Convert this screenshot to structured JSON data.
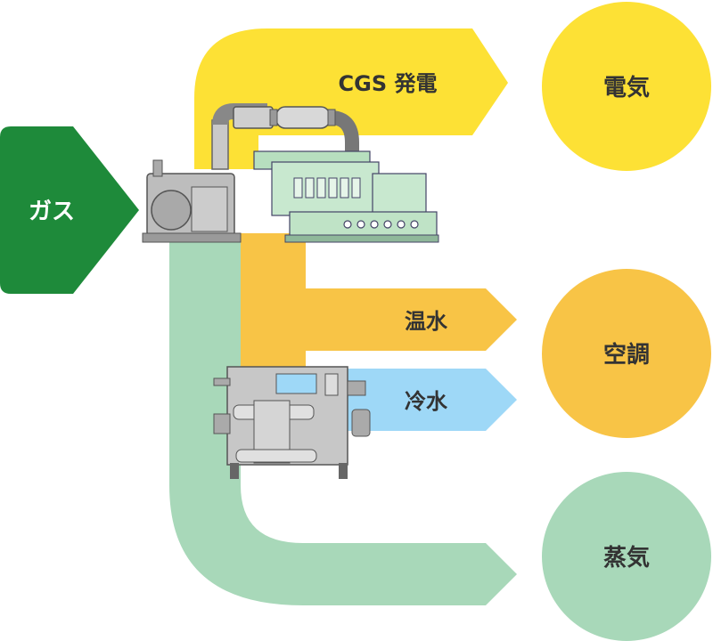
{
  "input": {
    "label": "ガス",
    "color": "#1e8a3a"
  },
  "flows": {
    "power": {
      "label": "CGS 発電",
      "color": "#fde135"
    },
    "hot_water": {
      "label": "温水",
      "color": "#f8c446"
    },
    "cold_water": {
      "label": "冷水",
      "color": "#9ed8f7"
    },
    "steam": {
      "label": "",
      "color": "#a8d8b9"
    }
  },
  "outputs": {
    "electricity": {
      "label": "電気",
      "color": "#fde135"
    },
    "air_conditioning": {
      "label": "空調",
      "color": "#f8c446"
    },
    "steam": {
      "label": "蒸気",
      "color": "#a8d8b9"
    }
  },
  "equipment": {
    "generator": {
      "icon": "cogeneration-engine-icon"
    },
    "chiller": {
      "icon": "absorption-chiller-icon"
    }
  }
}
